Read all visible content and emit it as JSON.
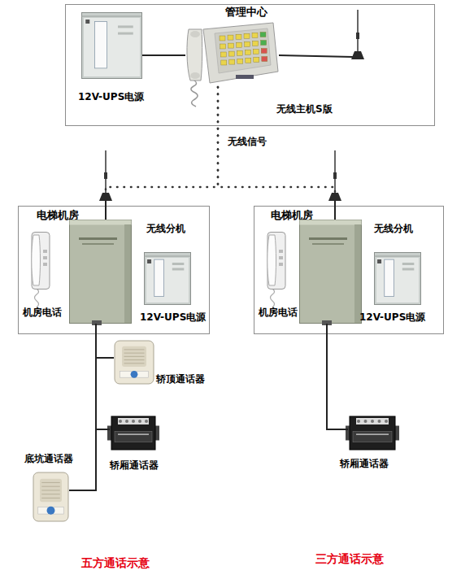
{
  "diagram": {
    "nodes": [
      {
        "text": [
          "管理中心"
        ]
      },
      {
        "text": [
          "12V-UPS电源"
        ],
        "in": 0
      },
      {
        "text": [
          "无线主机S版"
        ],
        "in": 0
      },
      {
        "text": [
          "电梯机房"
        ]
      },
      {
        "text": [
          "机房电话"
        ],
        "in": 3
      },
      {
        "text": [
          "无线分机"
        ],
        "in": 3
      },
      {
        "text": [
          "12V-UPS电源"
        ],
        "in": 3
      },
      {
        "text": [
          "电梯机房"
        ]
      },
      {
        "text": [
          "机房电话"
        ],
        "in": 7
      },
      {
        "text": [
          "无线分机"
        ],
        "in": 7
      },
      {
        "text": [
          "12V-UPS电源"
        ],
        "in": 7
      },
      {
        "text": [
          "轿顶通话器"
        ]
      },
      {
        "text": [
          "轿厢通话器"
        ]
      },
      {
        "text": [
          "底坑通话器"
        ]
      },
      {
        "text": [
          "轿厢通话器"
        ]
      }
    ],
    "edges": [
      {
        "from": 1,
        "to": 2,
        "arrow": "none"
      },
      {
        "from": 2,
        "to": 5,
        "arrow": "none",
        "label": "无线信号"
      },
      {
        "from": 2,
        "to": 9,
        "arrow": "none"
      },
      {
        "from": 5,
        "to": 11,
        "arrow": "none"
      },
      {
        "from": 5,
        "to": 12,
        "arrow": "none"
      },
      {
        "from": 5,
        "to": 13,
        "arrow": "none"
      },
      {
        "from": 9,
        "to": 14,
        "arrow": "none"
      }
    ],
    "labels": [
      "五方通话示意",
      "三方通话示意"
    ]
  }
}
